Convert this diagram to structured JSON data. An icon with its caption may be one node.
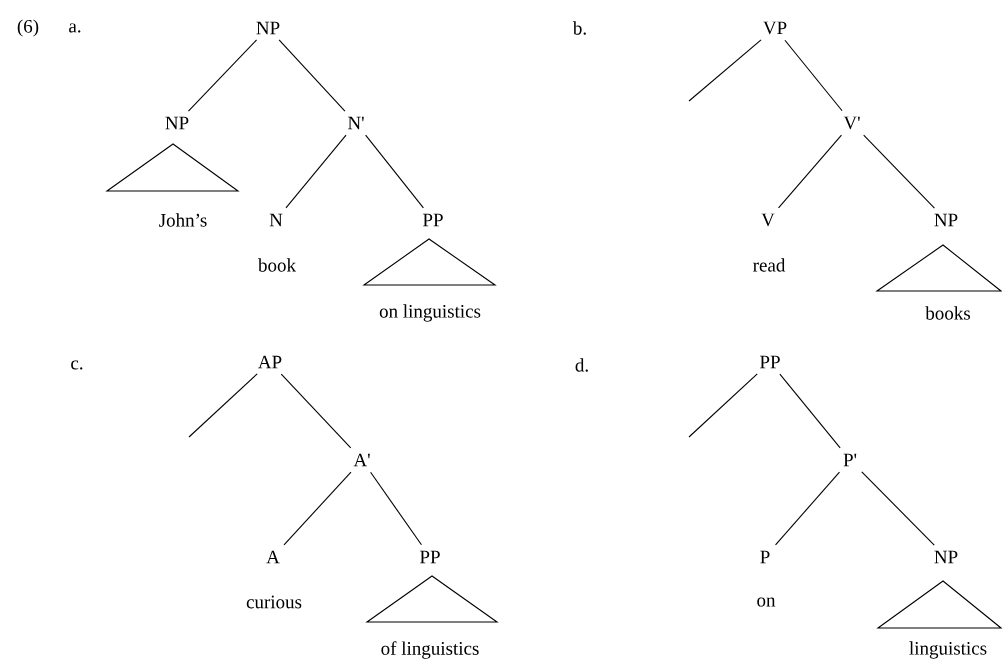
{
  "diagram": {
    "nodes": [
      {
        "text": [
          "NP"
        ]
      },
      {
        "text": [
          "NP"
        ]
      },
      {
        "text": [
          "N'"
        ]
      },
      {
        "text": [
          "John’s"
        ]
      },
      {
        "text": [
          "N"
        ],
        "beside": [
          "book"
        ]
      },
      {
        "text": [
          "PP"
        ]
      },
      {
        "text": [
          "on linguistics"
        ]
      },
      {
        "text": [
          "VP"
        ]
      },
      {
        "text": [
          "V'"
        ]
      },
      {
        "text": [
          "V"
        ],
        "beside": [
          "read"
        ]
      },
      {
        "text": [
          "NP"
        ]
      },
      {
        "text": [
          "books"
        ]
      },
      {
        "text": [
          "AP"
        ]
      },
      {
        "text": [
          "A'"
        ]
      },
      {
        "text": [
          "A"
        ],
        "beside": [
          "curious"
        ]
      },
      {
        "text": [
          "PP"
        ]
      },
      {
        "text": [
          "of linguistics"
        ]
      },
      {
        "text": [
          "PP"
        ]
      },
      {
        "text": [
          "P'"
        ]
      },
      {
        "text": [
          "P"
        ],
        "beside": [
          "on"
        ]
      },
      {
        "text": [
          "NP"
        ]
      },
      {
        "text": [
          "linguistics"
        ]
      }
    ],
    "edges": [
      {
        "from": 0,
        "to": 1,
        "arrow": "none"
      },
      {
        "from": 0,
        "to": 2,
        "arrow": "none"
      },
      {
        "from": 2,
        "to": 4,
        "arrow": "none"
      },
      {
        "from": 2,
        "to": 5,
        "arrow": "none"
      },
      {
        "from": 7,
        "to": null,
        "arrow": "none"
      },
      {
        "from": 7,
        "to": 8,
        "arrow": "none"
      },
      {
        "from": 8,
        "to": 9,
        "arrow": "none"
      },
      {
        "from": 8,
        "to": 10,
        "arrow": "none"
      },
      {
        "from": 12,
        "to": null,
        "arrow": "none"
      },
      {
        "from": 12,
        "to": 13,
        "arrow": "none"
      },
      {
        "from": 13,
        "to": 14,
        "arrow": "none"
      },
      {
        "from": 13,
        "to": 15,
        "arrow": "none"
      },
      {
        "from": 17,
        "to": null,
        "arrow": "none"
      },
      {
        "from": 17,
        "to": 18,
        "arrow": "none"
      },
      {
        "from": 18,
        "to": 19,
        "arrow": "none"
      },
      {
        "from": 18,
        "to": 20,
        "arrow": "none"
      }
    ],
    "labels": [
      "(6)",
      "a.",
      "b.",
      "c.",
      "d."
    ]
  }
}
